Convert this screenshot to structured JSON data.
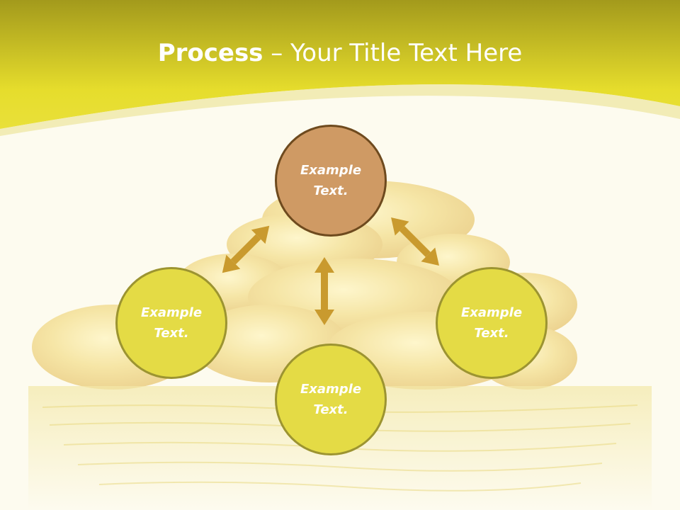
{
  "slide": {
    "title_bold": "Process",
    "title_rest": " – Your Title Text Here"
  },
  "nodes": [
    {
      "id": "top",
      "line1": "Example",
      "line2": "Text."
    },
    {
      "id": "left",
      "line1": "Example",
      "line2": "Text."
    },
    {
      "id": "right",
      "line1": "Example",
      "line2": "Text."
    },
    {
      "id": "bottom",
      "line1": "Example",
      "line2": "Text."
    }
  ],
  "colors": {
    "header_dark": "#a39a1c",
    "header_light": "#e6dd2c",
    "top_node_fill": "#cf9a64",
    "top_node_border": "#6e4a1e",
    "node_fill": "#e4db45",
    "node_border": "#9c9431",
    "arrow": "#c99a2e",
    "capsule": "#e9c74c"
  },
  "icons": [
    "double-arrow-icon"
  ]
}
